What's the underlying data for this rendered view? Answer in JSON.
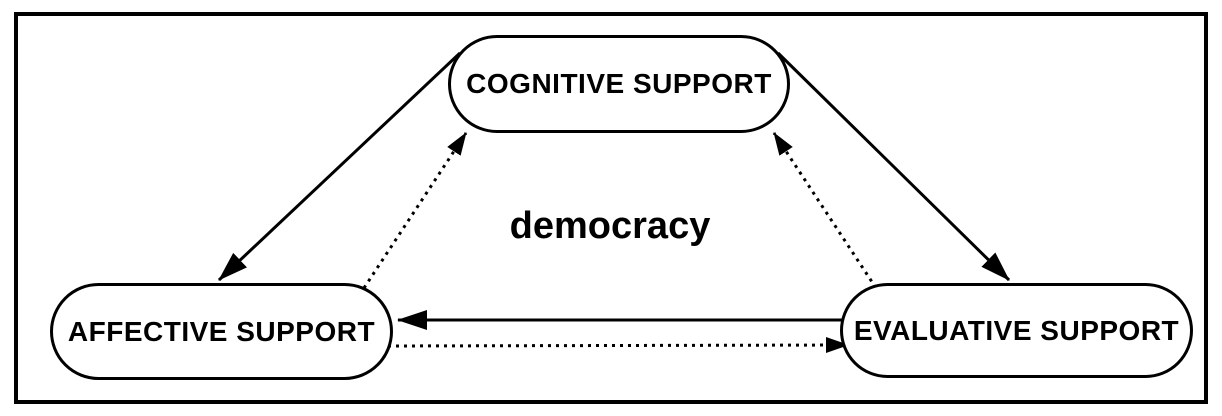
{
  "diagram": {
    "center_label": "democracy",
    "nodes": [
      {
        "id": "cognitive",
        "label": "COGNITIVE SUPPORT"
      },
      {
        "id": "affective",
        "label": "AFFECTIVE SUPPORT"
      },
      {
        "id": "evaluative",
        "label": "EVALUATIVE SUPPORT"
      }
    ],
    "edges": [
      {
        "from": "cognitive",
        "to": "affective",
        "style": "solid"
      },
      {
        "from": "affective",
        "to": "cognitive",
        "style": "dotted"
      },
      {
        "from": "cognitive",
        "to": "evaluative",
        "style": "solid"
      },
      {
        "from": "evaluative",
        "to": "cognitive",
        "style": "dotted"
      },
      {
        "from": "evaluative",
        "to": "affective",
        "style": "solid"
      },
      {
        "from": "affective",
        "to": "evaluative",
        "style": "dotted"
      }
    ],
    "colors": {
      "ink": "#000000",
      "background": "#ffffff"
    }
  }
}
